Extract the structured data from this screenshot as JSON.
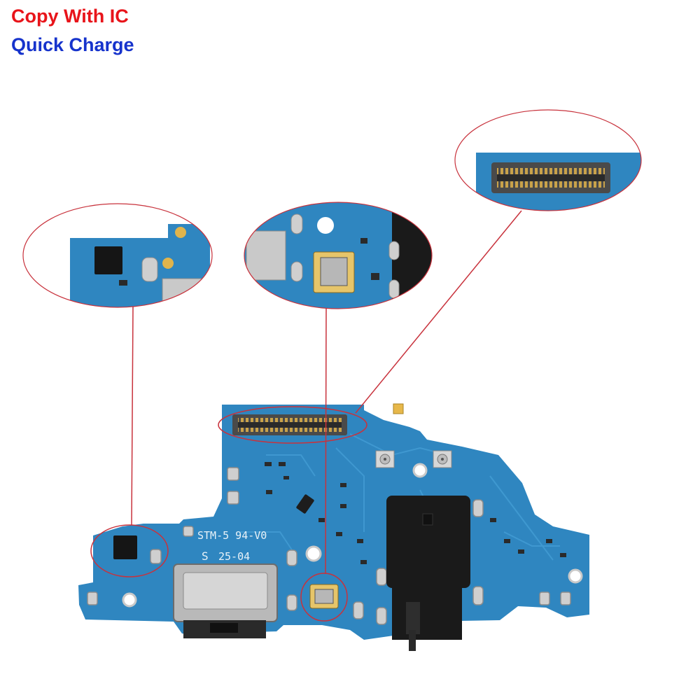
{
  "captions": {
    "copy_with_ic": "Copy With IC",
    "quick_charge": "Quick Charge"
  },
  "board": {
    "silkscreen_line1": "STM-5 94-V0",
    "silkscreen_line2": "25-04"
  },
  "colors": {
    "caption_red": "#e8141a",
    "caption_blue": "#1633cc",
    "pcb_blue": "#2f86c0",
    "pcb_trace": "#3f98d0",
    "callout_red": "#c8323c",
    "connector_black": "#1a1a1a",
    "metal_silver": "#a9a9a9",
    "solder_pad": "#c8a656"
  }
}
